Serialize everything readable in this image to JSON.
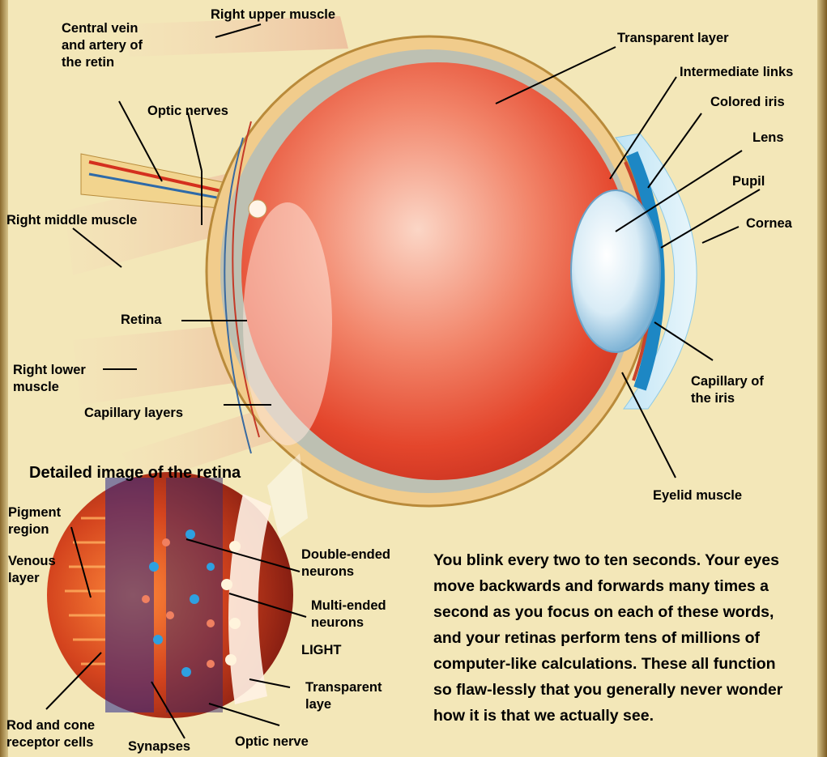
{
  "labels": {
    "right_upper_muscle": "Right upper muscle",
    "central_vein": "Central vein\nand artery of\nthe retin",
    "transparent_layer": "Transparent layer",
    "intermediate_links": "Intermediate links",
    "colored_iris": "Colored iris",
    "optic_nerves": "Optic nerves",
    "lens": "Lens",
    "pupil": "Pupil",
    "right_middle_muscle": "Right middle muscle",
    "cornea": "Cornea",
    "retina": "Retina",
    "right_lower_muscle": "Right lower\nmuscle",
    "capillary_of_iris": "Capillary of\nthe iris",
    "capillary_layers": "Capillary layers",
    "eyelid_muscle": "Eyelid muscle"
  },
  "retina_inset": {
    "title": "Detailed image of the retina",
    "pigment_region": "Pigment\nregion",
    "venous_layer": "Venous\nlayer",
    "double_ended_neurons": "Double-ended\nneurons",
    "multi_ended_neurons": "Multi-ended\nneurons",
    "light": "LIGHT",
    "transparent_laye": "Transparent\nlaye",
    "rod_and_cone": "Rod and cone\nreceptor cells",
    "synapses": "Synapses",
    "optic_nerve": "Optic nerve"
  },
  "caption": "You blink every two to ten seconds. Your eyes move backwards and forwards many times a second as you focus on each of these words, and your retinas perform tens of millions of computer-like calculations. These all function so flaw-lessly that you generally never wonder how it is that we actually see."
}
